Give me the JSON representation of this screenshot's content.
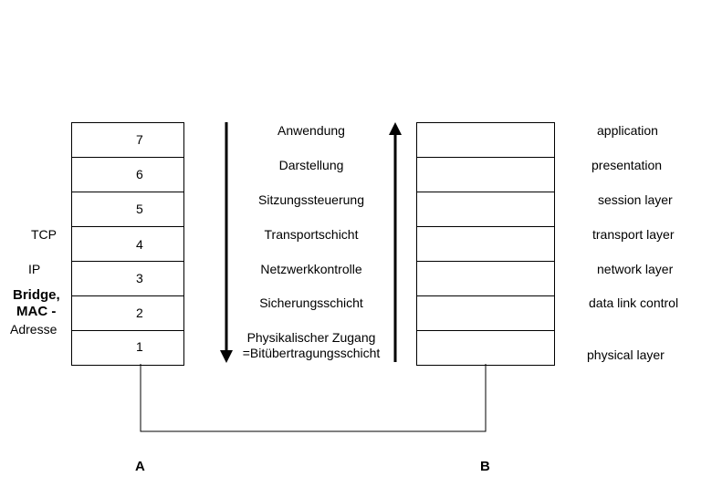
{
  "layers": [
    {
      "number": "7",
      "german": "Anwendung",
      "english": "application"
    },
    {
      "number": "6",
      "german": "Darstellung",
      "english": "presentation"
    },
    {
      "number": "5",
      "german": "Sitzungssteuerung",
      "english": "session layer"
    },
    {
      "number": "4",
      "german": "Transportschicht",
      "english": "transport layer"
    },
    {
      "number": "3",
      "german": "Netzwerkkontrolle",
      "english": "network layer"
    },
    {
      "number": "2",
      "german": "Sicherungsschicht",
      "english": "data link control"
    },
    {
      "number": "1",
      "german": "Physikalischer Zugang =Bitübertragungsschicht",
      "english": "physical layer"
    }
  ],
  "protocols": {
    "tcp": "TCP",
    "ip": "IP",
    "bridge_line1": "Bridge,",
    "bridge_line2": "MAC -",
    "bridge_line3": "Adresse"
  },
  "hosts": {
    "a": "A",
    "b": "B"
  }
}
